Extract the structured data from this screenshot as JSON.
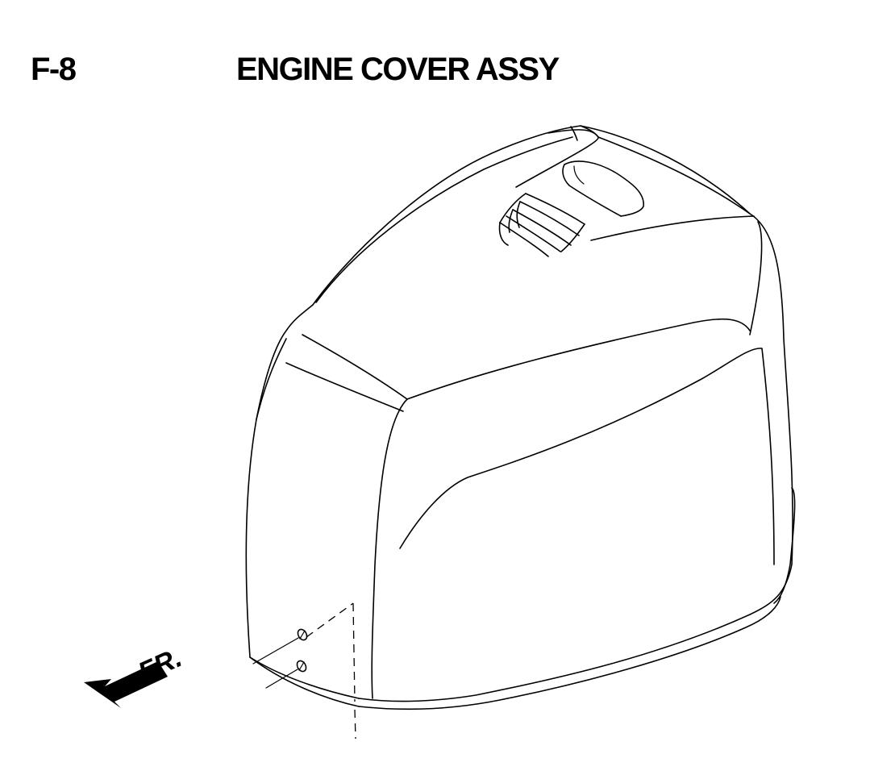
{
  "header": {
    "section_code": "F-8",
    "title": "ENGINE COVER ASSY"
  },
  "direction_indicator": {
    "label": "FR."
  }
}
